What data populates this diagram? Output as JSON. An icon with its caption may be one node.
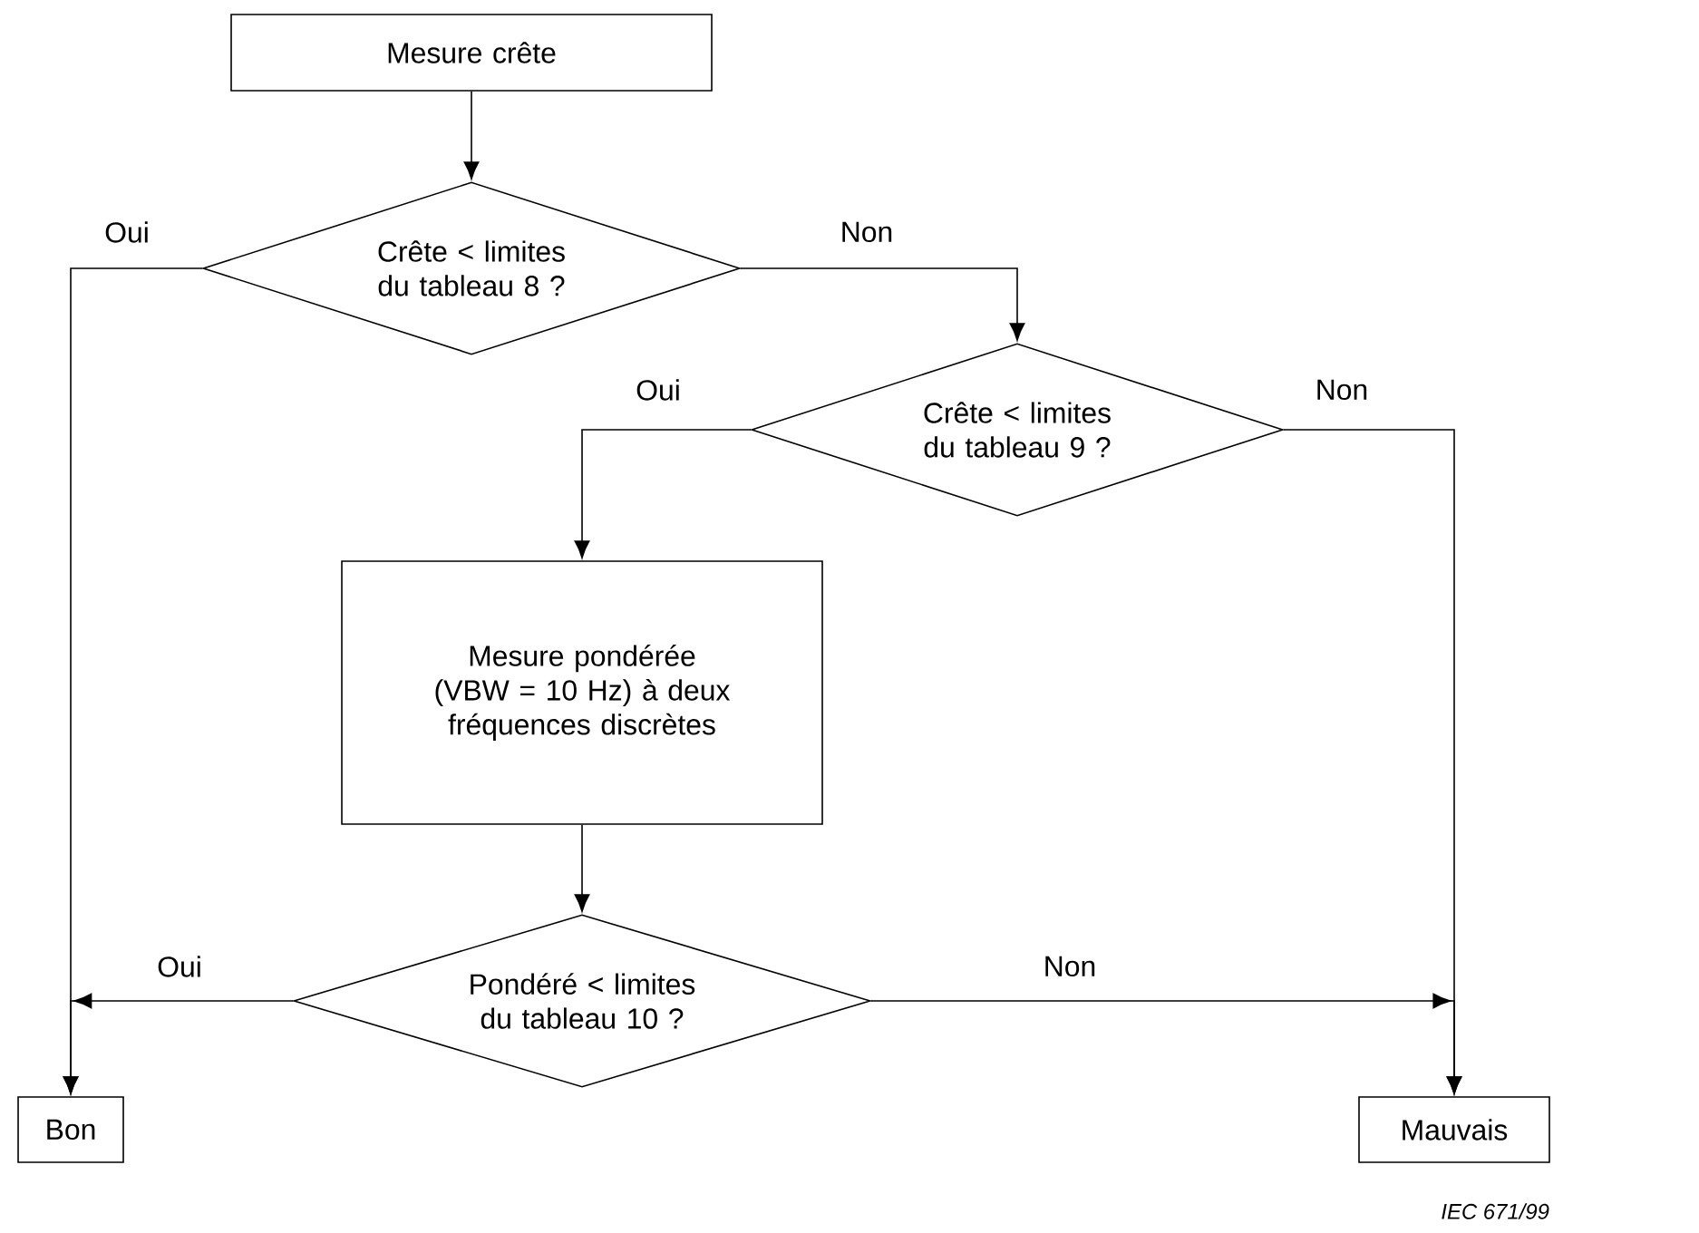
{
  "diagram": {
    "nodes": [
      {
        "text": [
          "Mesure crête"
        ]
      },
      {
        "text": [
          "Crête < limites du tableau 8 ?"
        ]
      },
      {
        "text": [
          "Crête < limites du tableau 9 ?"
        ]
      },
      {
        "text": [
          "Mesure pondérée (VBW = 10 Hz) à deux fréquences discrètes"
        ]
      },
      {
        "text": [
          "Pondéré < limites du tableau 10 ?"
        ]
      },
      {
        "text": [
          "Bon"
        ]
      },
      {
        "text": [
          "Mauvais"
        ]
      }
    ],
    "edges": [
      {
        "from": 0,
        "to": 1,
        "arrow": "to"
      },
      {
        "from": 1,
        "to": 5,
        "arrow": "to",
        "label": "Oui"
      },
      {
        "from": 1,
        "to": 2,
        "arrow": "to",
        "label": "Non"
      },
      {
        "from": 2,
        "to": 3,
        "arrow": "to",
        "label": "Oui"
      },
      {
        "from": 2,
        "to": 6,
        "arrow": "to",
        "label": "Non"
      },
      {
        "from": 3,
        "to": 4,
        "arrow": "to"
      },
      {
        "from": 4,
        "to": 5,
        "arrow": "to",
        "label": "Oui"
      },
      {
        "from": 4,
        "to": 6,
        "arrow": "to",
        "label": "Non"
      }
    ],
    "labels": [
      "IEC 671/99"
    ]
  }
}
